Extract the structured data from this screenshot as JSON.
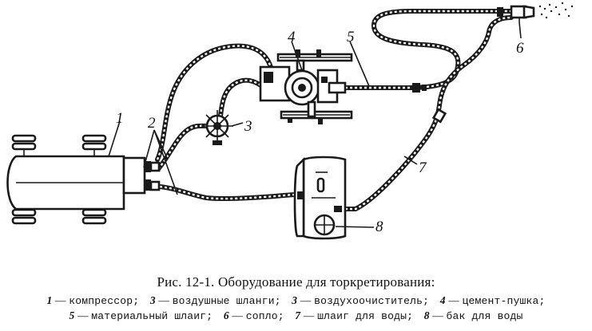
{
  "labels": {
    "compressor": "1",
    "air_hoses": "2",
    "air_cleaner": "3",
    "cement_gun": "4",
    "material_hose": "5",
    "nozzle": "6",
    "water_hose": "7",
    "water_tank": "8"
  },
  "caption": "Рис. 12-1. Оборудование для торкретирования:",
  "legend": [
    {
      "num": "1",
      "dash": " — ",
      "text": "компрессор;"
    },
    {
      "num": "3",
      "dash": " — ",
      "text": "воздушные шланги;"
    },
    {
      "num": "3",
      "dash": " — ",
      "text": "воздухоочиститель;"
    },
    {
      "num": "4",
      "dash": " — ",
      "text": "цемент-пушка;"
    },
    {
      "num": "5",
      "dash": " — ",
      "text": "материальный шлаиг;"
    },
    {
      "num": "6",
      "dash": " — ",
      "text": "сопло;"
    },
    {
      "num": "7",
      "dash": " — ",
      "text": "шлаиг для воды;"
    },
    {
      "num": "8",
      "dash": " — ",
      "text": "бак для воды"
    }
  ]
}
